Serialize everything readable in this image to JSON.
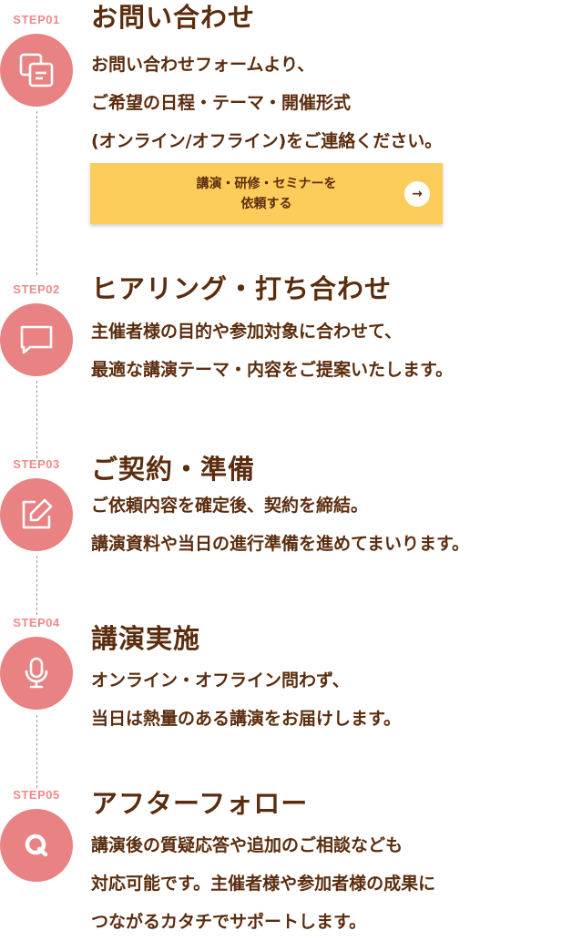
{
  "steps": [
    {
      "label": "STEP01",
      "icon": "copy-document-icon",
      "title": "お問い合わせ",
      "lines": [
        "お問い合わせフォームより、",
        "ご希望の日程・テーマ・開催形式",
        "(オンライン/オフライン)をご連絡ください。"
      ]
    },
    {
      "label": "STEP02",
      "icon": "chat-bubble-icon",
      "title": "ヒアリング・打ち合わせ",
      "lines": [
        "主催者様の目的や参加対象に合わせて、",
        "最適な講演テーマ・内容をご提案いたします。"
      ]
    },
    {
      "label": "STEP03",
      "icon": "edit-icon",
      "title": "ご契約・準備",
      "lines": [
        "ご依頼内容を確定後、契約を締結。",
        "講演資料や当日の進行準備を進めてまいります。"
      ]
    },
    {
      "label": "STEP04",
      "icon": "microphone-icon",
      "title": "講演実施",
      "lines": [
        "オンライン・オフライン問わず、",
        "当日は熱量のある講演をお届けします。"
      ]
    },
    {
      "label": "STEP05",
      "icon": "q-icon",
      "title": "アフターフォロー",
      "lines": [
        "講演後の質疑応答や追加のご相談なども",
        "対応可能です。主催者様や参加者様の成果に",
        "つながるカタチでサポートします。"
      ]
    }
  ],
  "cta": {
    "line1": "講演・研修・セミナーを",
    "line2": "依頼する",
    "arrow": "→"
  },
  "colors": {
    "circle": "#E98282",
    "label": "#EF8A8A",
    "text": "#5B2D0E",
    "button": "#FCCD5B"
  }
}
